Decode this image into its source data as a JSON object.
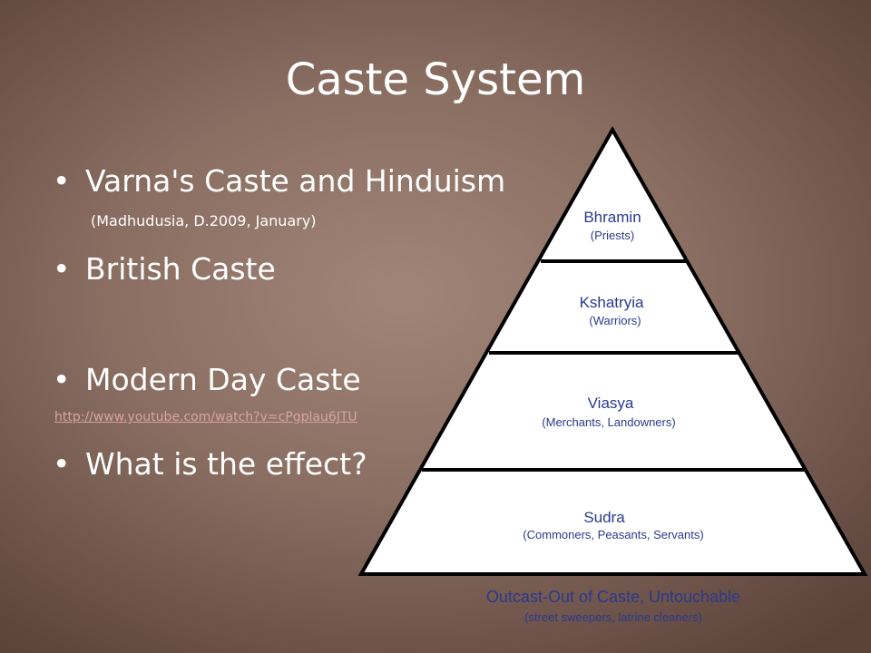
{
  "slide": {
    "title": "Caste System",
    "bullets": [
      {
        "text": "Varna's Caste and Hinduism"
      },
      {
        "text": "British Caste"
      },
      {
        "text": "Modern Day Caste"
      },
      {
        "text": "What is the effect?"
      }
    ],
    "citation": "(Madhudusia, D.2009, January)",
    "link": "http://www.youtube.com/watch?v=cPgplau6JTU",
    "bullet_symbol": "•"
  },
  "pyramid": {
    "levels": [
      {
        "name": "Bhramin",
        "desc": "(Priests)"
      },
      {
        "name": "Kshatryia",
        "desc": "(Warriors)"
      },
      {
        "name": "Viasya",
        "desc": "(Merchants, Landowners)"
      },
      {
        "name": "Sudra",
        "desc": "(Commoners, Peasants, Servants)"
      }
    ],
    "outcast": {
      "name": "Outcast-Out of Caste, Untouchable",
      "desc": "(street sweepers, latrine cleaners)"
    },
    "colors": {
      "text": "#2a3a8c",
      "outline": "#000000",
      "fill": "#ffffff"
    }
  }
}
